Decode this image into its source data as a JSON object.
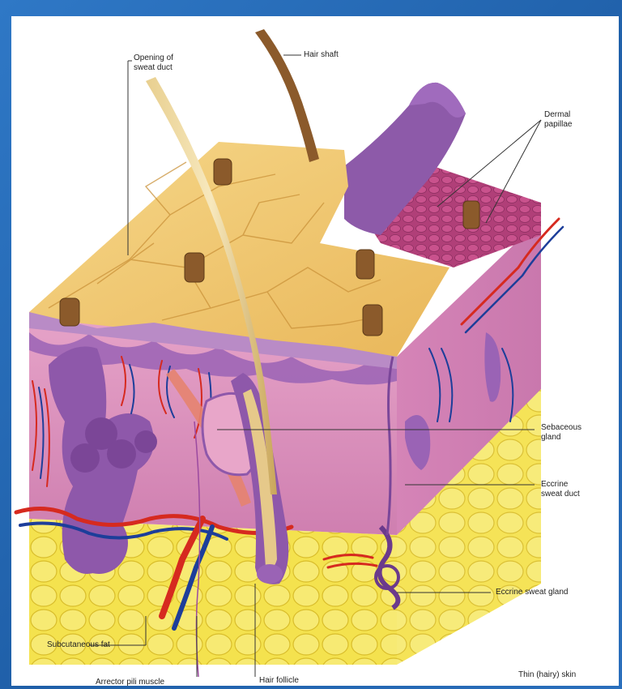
{
  "labels": {
    "opening_sweat_duct": "Opening of\nsweat duct",
    "hair_shaft": "Hair shaft",
    "dermal_papillae": "Dermal\npapillae",
    "sebaceous_gland": "Sebaceous\ngland",
    "eccrine_sweat_duct": "Eccrine\nsweat duct",
    "eccrine_sweat_gland": "Eccrine sweat gland",
    "subcutaneous_fat": "Subcutaneous fat",
    "arrector_pili_muscle": "Arrector pili muscle",
    "hair_follicle": "Hair follicle",
    "caption": "Thin (hairy) skin"
  },
  "colors": {
    "epidermis_top": "#f2c66a",
    "dermis": "#d98bb8",
    "basal_layer": "#8a5aa8",
    "fat": "#f3e14b",
    "hair": "#8b5a2b",
    "artery": "#d62a1f",
    "vein": "#1d3e9a"
  }
}
